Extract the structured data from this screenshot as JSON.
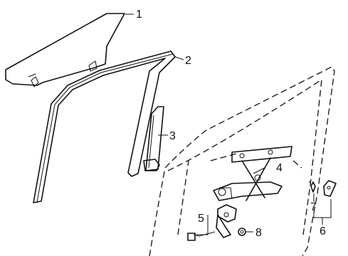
{
  "callouts": [
    {
      "id": "1",
      "text": "1"
    },
    {
      "id": "2",
      "text": "2"
    },
    {
      "id": "3",
      "text": "3"
    },
    {
      "id": "4",
      "text": "4"
    },
    {
      "id": "5",
      "text": "5"
    },
    {
      "id": "6",
      "text": "6"
    },
    {
      "id": "7",
      "text": "7"
    },
    {
      "id": "8",
      "text": "8"
    }
  ],
  "parts": [
    {
      "callout": "1",
      "shape": "door-glass"
    },
    {
      "callout": "2",
      "shape": "glass-run-channel"
    },
    {
      "callout": "3",
      "shape": "rear-channel-guide"
    },
    {
      "callout": "4",
      "shape": "window-regulator"
    },
    {
      "callout": "5",
      "shape": "regulator-motor"
    },
    {
      "callout": "6",
      "shape": "clip-set"
    },
    {
      "callout": "7",
      "shape": "clip"
    },
    {
      "callout": "8",
      "shape": "grommet"
    }
  ]
}
